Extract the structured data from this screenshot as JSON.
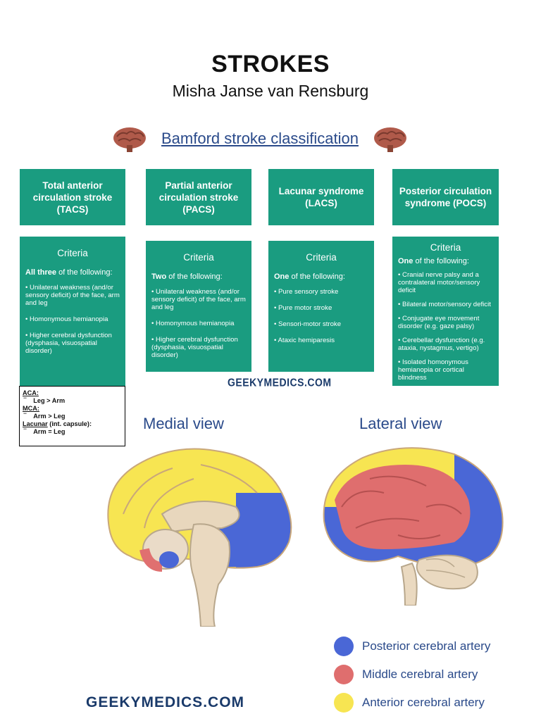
{
  "header": {
    "title": "STROKES",
    "author": "Misha Janse van Rensburg",
    "subtitle": "Bamford stroke classification"
  },
  "categories": [
    {
      "name": "Total anterior circulation stroke (TACS)"
    },
    {
      "name": "Partial anterior circulation stroke (PACS)"
    },
    {
      "name": "Lacunar syndrome (LACS)"
    },
    {
      "name": "Posterior circulation syndrome (POCS)"
    }
  ],
  "criteria": [
    {
      "heading": "Criteria",
      "lead_bold": "All three",
      "lead_rest": " of the following:",
      "items": [
        "Unilateral weakness (and/or sensory deficit) of the face, arm and leg",
        "Homonymous hemianopia",
        "Higher cerebral dysfunction (dysphasia, visuospatial disorder)"
      ]
    },
    {
      "heading": "Criteria",
      "lead_bold": "Two",
      "lead_rest": " of the following:",
      "items": [
        "Unilateral weakness (and/or sensory deficit) of the face, arm and leg",
        "Homonymous hemianopia",
        "Higher cerebral dysfunction (dysphasia, visuospatial disorder)"
      ]
    },
    {
      "heading": "Criteria",
      "lead_bold": "One",
      "lead_rest": " of the following:",
      "items": [
        "Pure sensory stroke",
        "Pure motor stroke",
        "Sensori-motor stroke",
        "Ataxic hemiparesis"
      ]
    },
    {
      "heading": "Criteria",
      "lead_bold": "One",
      "lead_rest": " of the following:",
      "items": [
        "Cranial nerve palsy and a contralateral motor/sensory deficit",
        "Bilateral motor/sensory deficit",
        "Conjugate eye movement disorder (e.g. gaze palsy)",
        "Cerebellar dysfunction (e.g. ataxia, nystagmus, vertigo)",
        "Isolated homonymous hemianopia or cortical blindness"
      ]
    }
  ],
  "watermark_mid": "GEEKYMEDICS.COM",
  "watermark_bottom": "GEEKYMEDICS.COM",
  "note": {
    "aca_label": "ACA:",
    "aca_text": "Leg > Arm",
    "mca_label": "MCA:",
    "mca_text": "Arm > Leg",
    "lacunar_label": "Lacunar",
    "lacunar_suffix": " (int. capsule):",
    "lacunar_text": "Arm = Leg",
    "dash": "‾"
  },
  "views": {
    "medial": "Medial view",
    "lateral": "Lateral view"
  },
  "legend": [
    {
      "label": "Posterior cerebral artery",
      "color": "#4a67d6"
    },
    {
      "label": "Middle cerebral artery",
      "color": "#df6e6e"
    },
    {
      "label": "Anterior cerebral artery",
      "color": "#f7e552"
    }
  ],
  "colors": {
    "teal": "#1a9c80",
    "blue": "#4a67d6",
    "red": "#df6e6e",
    "yellow": "#f7e552",
    "text_blue": "#2a4a8a"
  }
}
